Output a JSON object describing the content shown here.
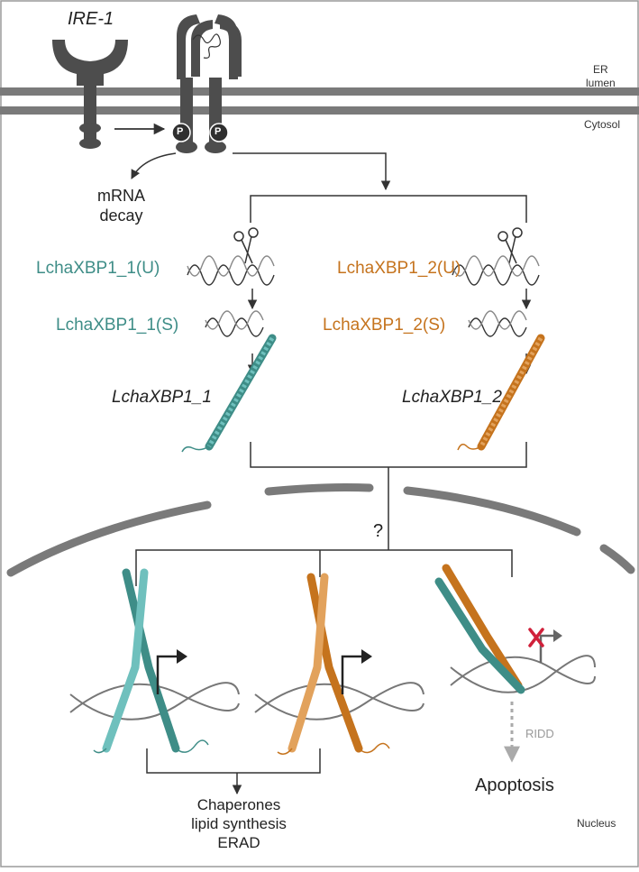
{
  "labels": {
    "ire1": "IRE-1",
    "er_lumen": [
      "ER",
      "lumen"
    ],
    "cytosol": "Cytosol",
    "phospho": "P",
    "mrna_decay": [
      "mRNA",
      "decay"
    ],
    "xbp1_1_u": "LchaXBP1_1(U)",
    "xbp1_2_u": "LchaXBP1_2(U)",
    "xbp1_1_s": "LchaXBP1_1(S)",
    "xbp1_2_s": "LchaXBP1_2(S)",
    "xbp1_1_protein": "LchaXBP1_1",
    "xbp1_2_protein": "LchaXBP1_2",
    "question": "?",
    "ridd": "RIDD",
    "apoptosis": "Apoptosis",
    "outputs": [
      "Chaperones",
      "lipid synthesis",
      "ERAD"
    ],
    "nucleus": "Nucleus"
  },
  "colors": {
    "teal": "#3e8d87",
    "teal_light": "#6fc0bd",
    "orange": "#c5731d",
    "orange_light": "#e2a25c",
    "membrane": "#7a7a7a",
    "receptor": "#4d4d4d",
    "inhibition": "#d0203a"
  }
}
